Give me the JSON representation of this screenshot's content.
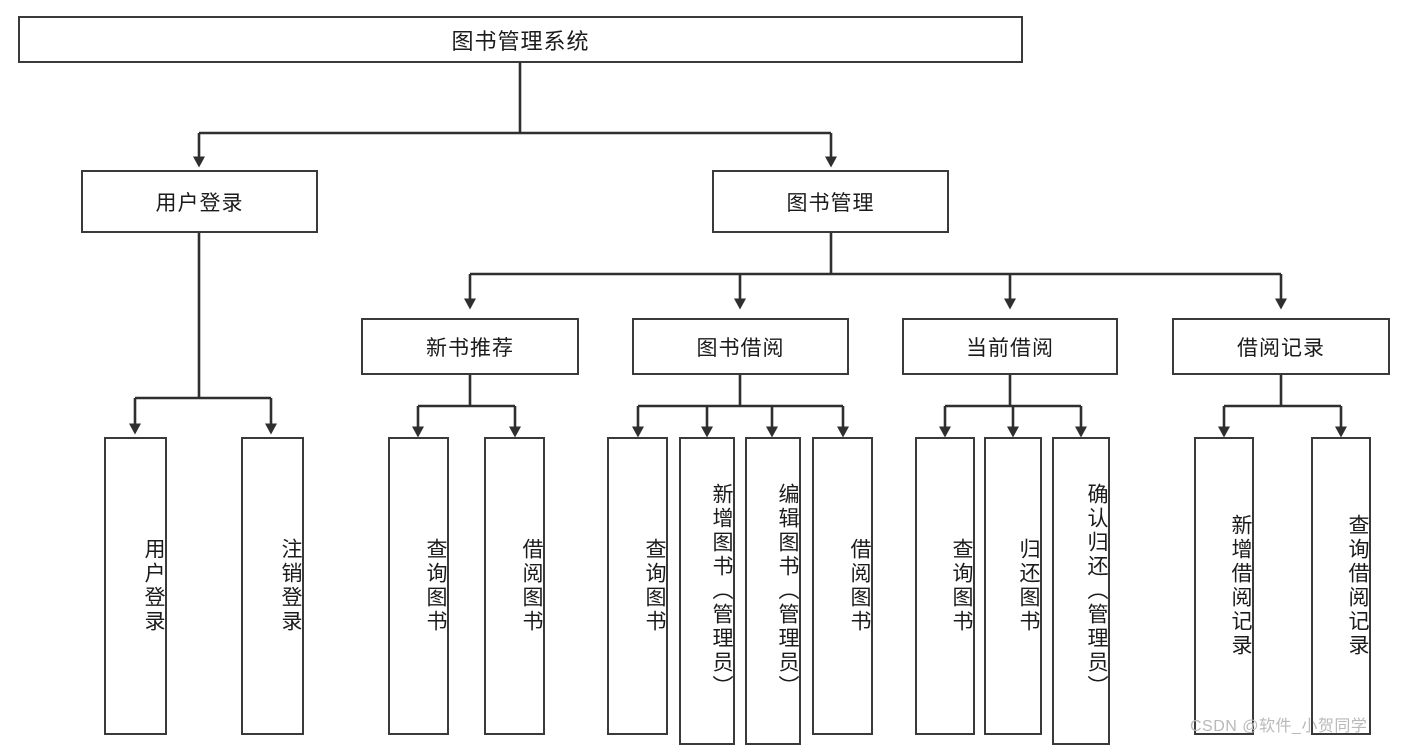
{
  "diagram": {
    "title": "图书管理系统",
    "type": "hierarchy-tree",
    "root": {
      "label": "图书管理系统"
    },
    "level2": [
      {
        "label": "用户登录"
      },
      {
        "label": "图书管理"
      }
    ],
    "level3": [
      {
        "label": "新书推荐"
      },
      {
        "label": "图书借阅"
      },
      {
        "label": "当前借阅"
      },
      {
        "label": "借阅记录"
      }
    ],
    "leaves": {
      "user_login": [
        {
          "label": "用户登录"
        },
        {
          "label": "注销登录"
        }
      ],
      "new_book_recommend": [
        {
          "label": "查询图书"
        },
        {
          "label": "借阅图书"
        }
      ],
      "book_borrow": [
        {
          "label": "查询图书"
        },
        {
          "label": "新增图书（管理员）"
        },
        {
          "label": "编辑图书（管理员）"
        },
        {
          "label": "借阅图书"
        }
      ],
      "current_borrow": [
        {
          "label": "查询图书"
        },
        {
          "label": "归还图书"
        },
        {
          "label": "确认归还（管理员）"
        }
      ],
      "borrow_records": [
        {
          "label": "新增借阅记录"
        },
        {
          "label": "查询借阅记录"
        }
      ]
    }
  },
  "watermark": {
    "text": "CSDN @软件_小贺同学"
  },
  "colors": {
    "box_border": "#3a3a3a",
    "box_fill": "#ffffff",
    "text": "#1b1b1b",
    "connector": "#2f2f2f",
    "watermark": "#b9b9b9",
    "background": "#ffffff"
  }
}
